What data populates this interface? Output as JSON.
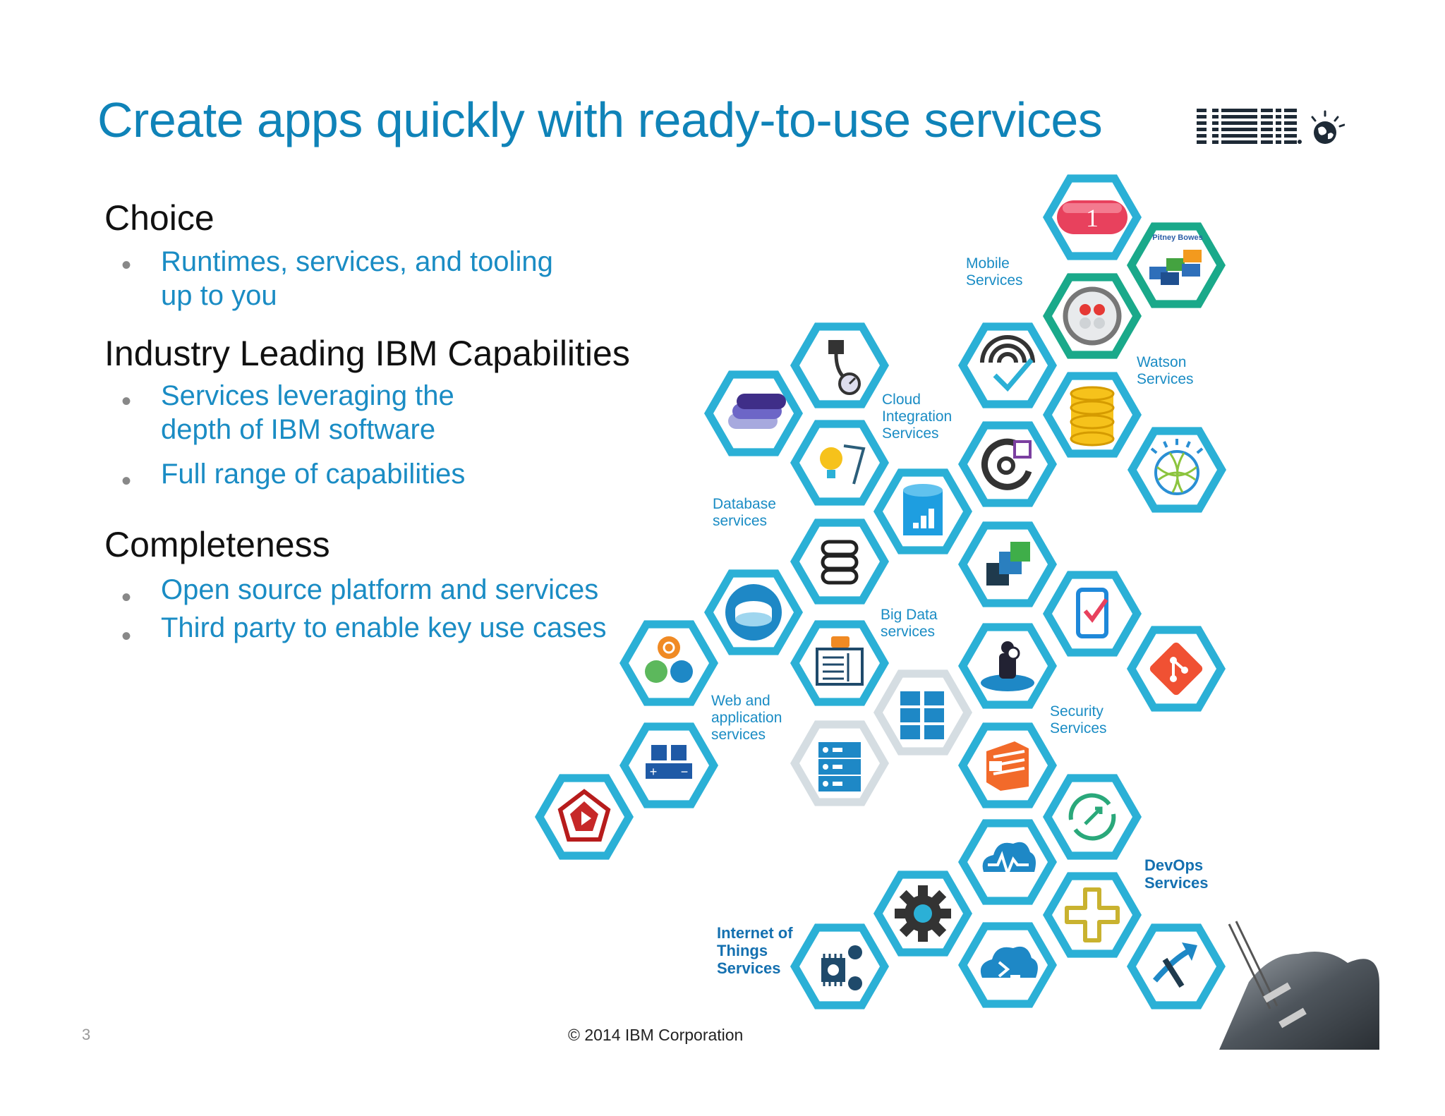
{
  "slide": {
    "title": "Create apps quickly with ready-to-use services",
    "logo_text": "IBM",
    "sections": [
      {
        "heading": "Choice",
        "bullets": [
          "Runtimes, services, and tooling\nup to you"
        ]
      },
      {
        "heading": "Industry Leading IBM Capabilities",
        "bullets": [
          "Services leveraging the\ndepth of IBM software",
          "Full range of capabilities"
        ]
      },
      {
        "heading": "Completeness",
        "bullets": [
          "Open source platform and services",
          "Third party to enable key use cases"
        ]
      }
    ],
    "categories": {
      "mobile": "Mobile\nServices",
      "watson": "Watson\nServices",
      "cloud_integration": "Cloud\nIntegration\nServices",
      "database": "Database\nservices",
      "big_data": "Big Data\nservices",
      "web_app": "Web and\napplication\nservices",
      "security": "Security\nServices",
      "devops": "DevOps\nServices",
      "iot": "Internet of\nThings\nServices"
    },
    "partner_label": "Pitney Bowes",
    "footer": {
      "page_number": "3",
      "copyright": "© 2014 IBM Corporation"
    },
    "colors": {
      "title": "#0f83b8",
      "bullet_text": "#1a8cc4",
      "hex_blue": "#2bb0d6",
      "hex_green": "#1aa98a",
      "hex_gray": "#d5dde2"
    },
    "hex_tiles": [
      {
        "icon": "pill-icon",
        "ring": "blue"
      },
      {
        "icon": "pitney-bowes-blocks-icon",
        "ring": "green"
      },
      {
        "icon": "dots-badge-icon",
        "ring": "green"
      },
      {
        "icon": "wifi-check-icon",
        "ring": "blue"
      },
      {
        "icon": "database-gold-icon",
        "ring": "blue"
      },
      {
        "icon": "watson-globe-icon",
        "ring": "blue"
      },
      {
        "icon": "plug-gauge-icon",
        "ring": "blue"
      },
      {
        "icon": "layers-icon",
        "ring": "blue"
      },
      {
        "icon": "lightbulb-graph-icon",
        "ring": "blue"
      },
      {
        "icon": "analytics-ring-icon",
        "ring": "blue"
      },
      {
        "icon": "db-chart-icon",
        "ring": "blue"
      },
      {
        "icon": "stacked-squares-icon",
        "ring": "blue"
      },
      {
        "icon": "storage-stack-icon",
        "ring": "blue"
      },
      {
        "icon": "phone-check-icon",
        "ring": "blue"
      },
      {
        "icon": "git-icon",
        "ring": "blue"
      },
      {
        "icon": "cloud-db-icon",
        "ring": "blue"
      },
      {
        "icon": "web-tools-icon",
        "ring": "blue"
      },
      {
        "icon": "dashboard-chat-icon",
        "ring": "blue"
      },
      {
        "icon": "server-rack-icon",
        "ring": "gray"
      },
      {
        "icon": "security-guard-icon",
        "ring": "blue"
      },
      {
        "icon": "cubes-icon",
        "ring": "blue"
      },
      {
        "icon": "list-panel-icon",
        "ring": "gray"
      },
      {
        "icon": "firewall-icon",
        "ring": "blue"
      },
      {
        "icon": "ruby-icon",
        "ring": "blue"
      },
      {
        "icon": "sync-arrows-icon",
        "ring": "blue"
      },
      {
        "icon": "cloud-monitor-icon",
        "ring": "blue"
      },
      {
        "icon": "gear-icon",
        "ring": "blue"
      },
      {
        "icon": "knot-icon",
        "ring": "blue"
      },
      {
        "icon": "chip-gears-icon",
        "ring": "blue"
      },
      {
        "icon": "cloud-terminal-icon",
        "ring": "blue"
      },
      {
        "icon": "deploy-arrow-icon",
        "ring": "blue"
      }
    ]
  }
}
